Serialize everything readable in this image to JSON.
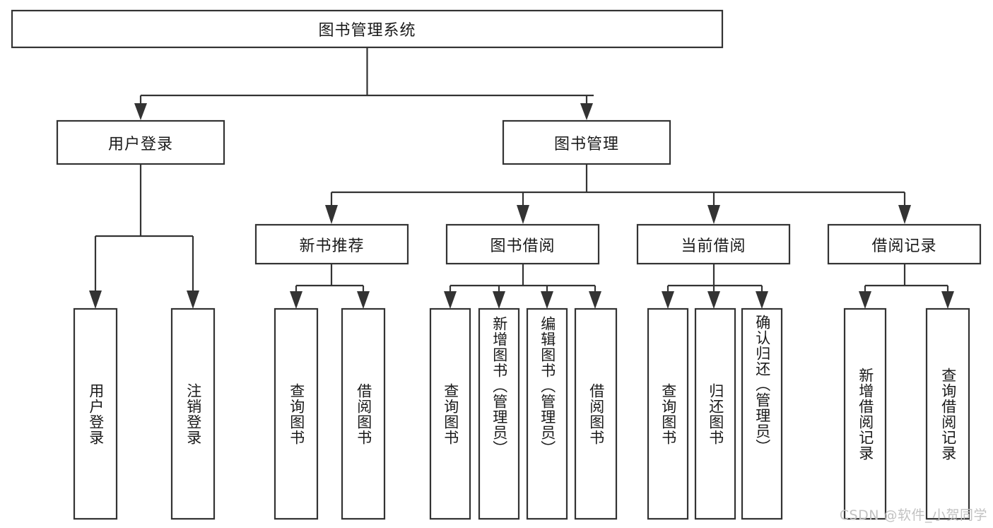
{
  "diagram": {
    "type": "tree-hierarchy",
    "orientation": "top-down",
    "root": {
      "id": "root",
      "label": "图书管理系统"
    },
    "level2": [
      {
        "id": "user-login",
        "label": "用户登录"
      },
      {
        "id": "book-manage",
        "label": "图书管理"
      }
    ],
    "level3": [
      {
        "id": "new-book-recommend",
        "label": "新书推荐",
        "parent": "book-manage"
      },
      {
        "id": "book-borrow",
        "label": "图书借阅",
        "parent": "book-manage"
      },
      {
        "id": "current-borrow",
        "label": "当前借阅",
        "parent": "book-manage"
      },
      {
        "id": "borrow-record",
        "label": "借阅记录",
        "parent": "book-manage"
      }
    ],
    "leaves": [
      {
        "id": "leaf-user-login",
        "label": "用户登录",
        "parent": "user-login"
      },
      {
        "id": "leaf-logout-login",
        "label": "注销登录",
        "parent": "user-login"
      },
      {
        "id": "leaf-query-book-1",
        "label": "查询图书",
        "parent": "new-book-recommend"
      },
      {
        "id": "leaf-borrow-book-1",
        "label": "借阅图书",
        "parent": "new-book-recommend"
      },
      {
        "id": "leaf-query-book-2",
        "label": "查询图书",
        "parent": "book-borrow"
      },
      {
        "id": "leaf-add-book",
        "label": "新增图书（管理员）",
        "parent": "book-borrow"
      },
      {
        "id": "leaf-edit-book",
        "label": "编辑图书（管理员）",
        "parent": "book-borrow"
      },
      {
        "id": "leaf-borrow-book-2",
        "label": "借阅图书",
        "parent": "book-borrow"
      },
      {
        "id": "leaf-query-book-3",
        "label": "查询图书",
        "parent": "current-borrow"
      },
      {
        "id": "leaf-return-book",
        "label": "归还图书",
        "parent": "current-borrow"
      },
      {
        "id": "leaf-confirm-return",
        "label": "确认归还（管理员）",
        "parent": "current-borrow"
      },
      {
        "id": "leaf-add-record",
        "label": "新增借阅记录",
        "parent": "borrow-record"
      },
      {
        "id": "leaf-query-record",
        "label": "查询借阅记录",
        "parent": "borrow-record"
      }
    ]
  },
  "watermark": {
    "text": "CSDN @软件_小贺同学"
  },
  "colors": {
    "stroke": "#333333",
    "fill": "#ffffff",
    "text": "#1a1a1a",
    "watermark": "#c2c2c2",
    "background": "#ffffff"
  }
}
